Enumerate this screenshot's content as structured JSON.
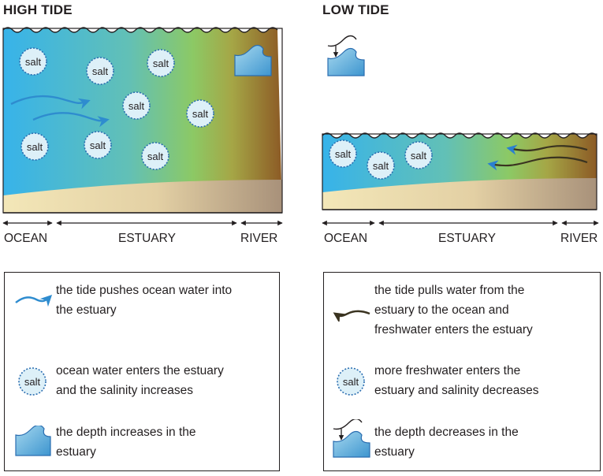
{
  "high_tide": {
    "title": "HIGH TIDE",
    "salt_label": "salt",
    "zones": {
      "ocean": "OCEAN",
      "estuary": "ESTUARY",
      "river": "RIVER"
    },
    "legend": [
      {
        "icon": "blue-curved-arrow-icon",
        "line1": "the tide pushes ocean water into",
        "line2": "the estuary"
      },
      {
        "icon": "salt-bubble-icon",
        "line1": "ocean water enters the estuary",
        "line2": "and the salinity increases"
      },
      {
        "icon": "depth-increase-icon",
        "line1": "the depth increases in the",
        "line2": "estuary"
      }
    ]
  },
  "low_tide": {
    "title": "LOW TIDE",
    "salt_label": "salt",
    "zones": {
      "ocean": "OCEAN",
      "estuary": "ESTUARY",
      "river": "RIVER"
    },
    "legend": [
      {
        "icon": "dark-curved-arrow-icon",
        "line1": "the tide pulls water from the",
        "line2": "estuary to the ocean and",
        "line3": "freshwater enters the estuary"
      },
      {
        "icon": "salt-bubble-icon",
        "line1": "more freshwater enters the",
        "line2": "estuary and salinity decreases"
      },
      {
        "icon": "depth-decrease-icon",
        "line1": "the depth decreases in the",
        "line2": "estuary"
      }
    ]
  },
  "colors": {
    "ocean_blue": "#3bb6e8",
    "estuary_green": "#7cc56a",
    "river_brown": "#8c5a25",
    "sand": "#efe2b0",
    "arrow_blue": "#2e8ccf",
    "arrow_dark": "#3a3320",
    "salt_fill": "#ddf0f8",
    "salt_border": "#2a6db0"
  }
}
